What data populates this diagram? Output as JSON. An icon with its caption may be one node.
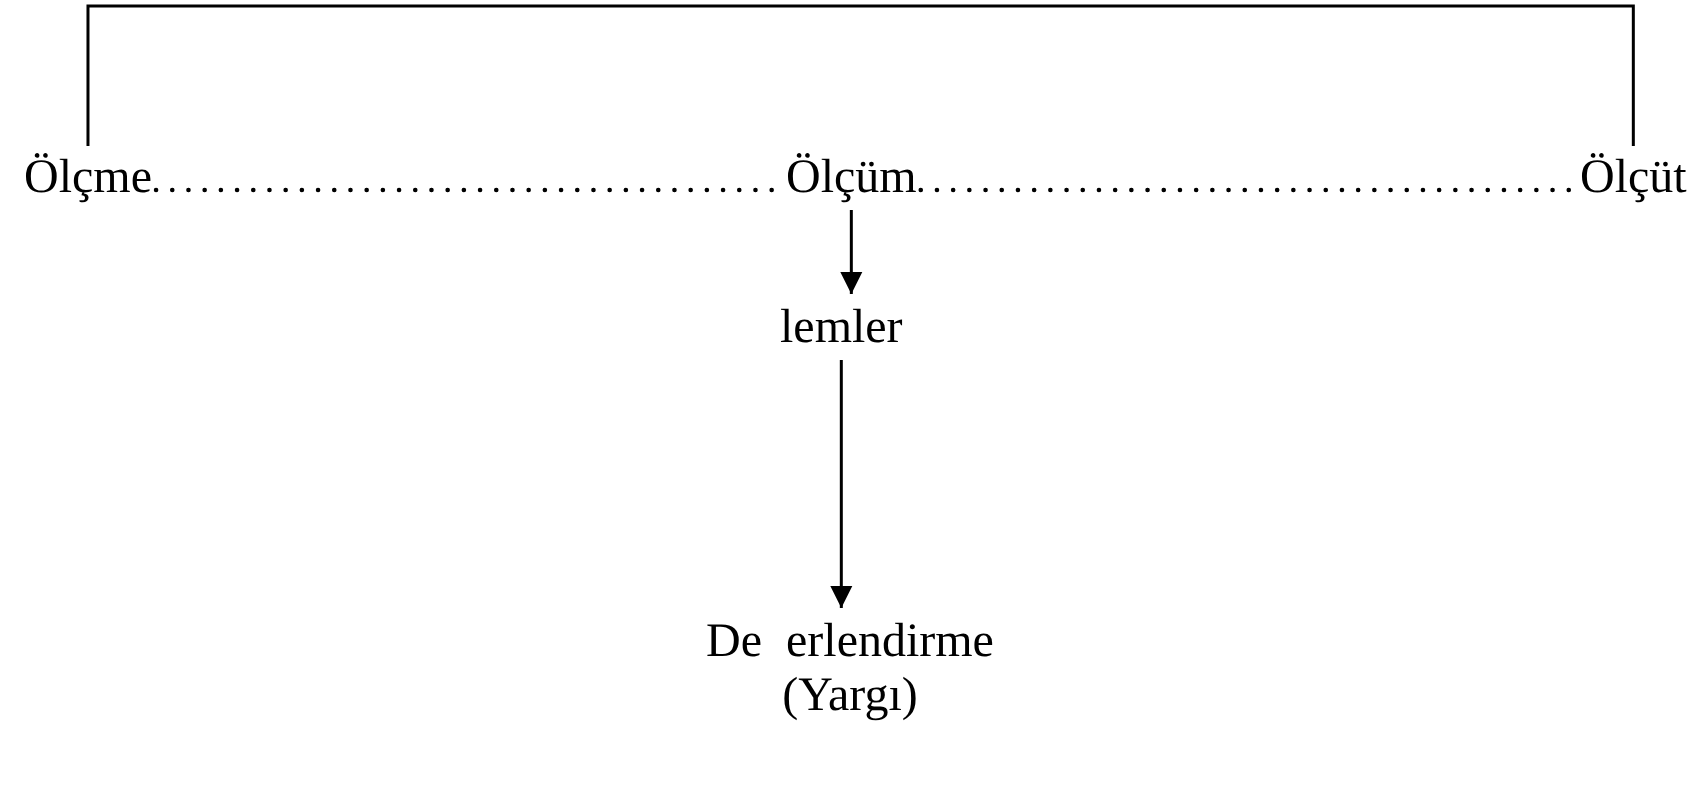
{
  "diagram": {
    "nodes": [
      {
        "text": [
          "Ölçme"
        ]
      },
      {
        "text": [
          "Ölçüm"
        ]
      },
      {
        "text": [
          "Ölçüt"
        ]
      },
      {
        "text": [
          "lemler"
        ]
      },
      {
        "text": [
          "De  erlendirme",
          "(Yargı)"
        ]
      }
    ],
    "edges": [
      {
        "from": 0,
        "to": 2,
        "arrow": "none"
      },
      {
        "from": 0,
        "to": 1,
        "arrow": "none",
        "style": "dashed"
      },
      {
        "from": 1,
        "to": 2,
        "arrow": "none",
        "style": "dashed"
      },
      {
        "from": 1,
        "to": 3,
        "arrow": "to"
      },
      {
        "from": 3,
        "to": 4,
        "arrow": "to"
      }
    ]
  }
}
